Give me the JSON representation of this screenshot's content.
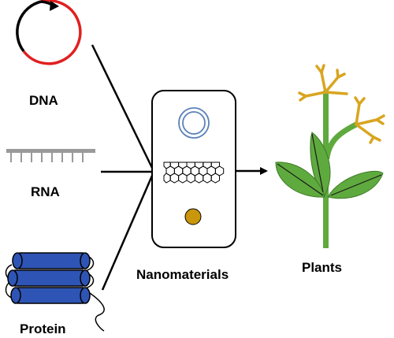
{
  "labels": {
    "dna": "DNA",
    "rna": "RNA",
    "protein": "Protein",
    "nanomaterials": "Nanomaterials",
    "plants": "Plants"
  },
  "colors": {
    "stroke": "#000000",
    "plasmid_red": "#e02020",
    "rna_gray": "#9a9a9a",
    "protein_blue": "#2e55b5",
    "liposome_blue": "#5b82b8",
    "gold_particle": "#c9960c",
    "leaf_green": "#5faa3e",
    "flower_yellow": "#d9a520",
    "stem_green": "#5faa3e"
  },
  "icons": [
    "plasmid-dna-icon",
    "rna-strand-icon",
    "protein-helices-icon",
    "liposome-icon",
    "carbon-nanotube-icon",
    "gold-nanoparticle-icon",
    "plant-icon"
  ]
}
